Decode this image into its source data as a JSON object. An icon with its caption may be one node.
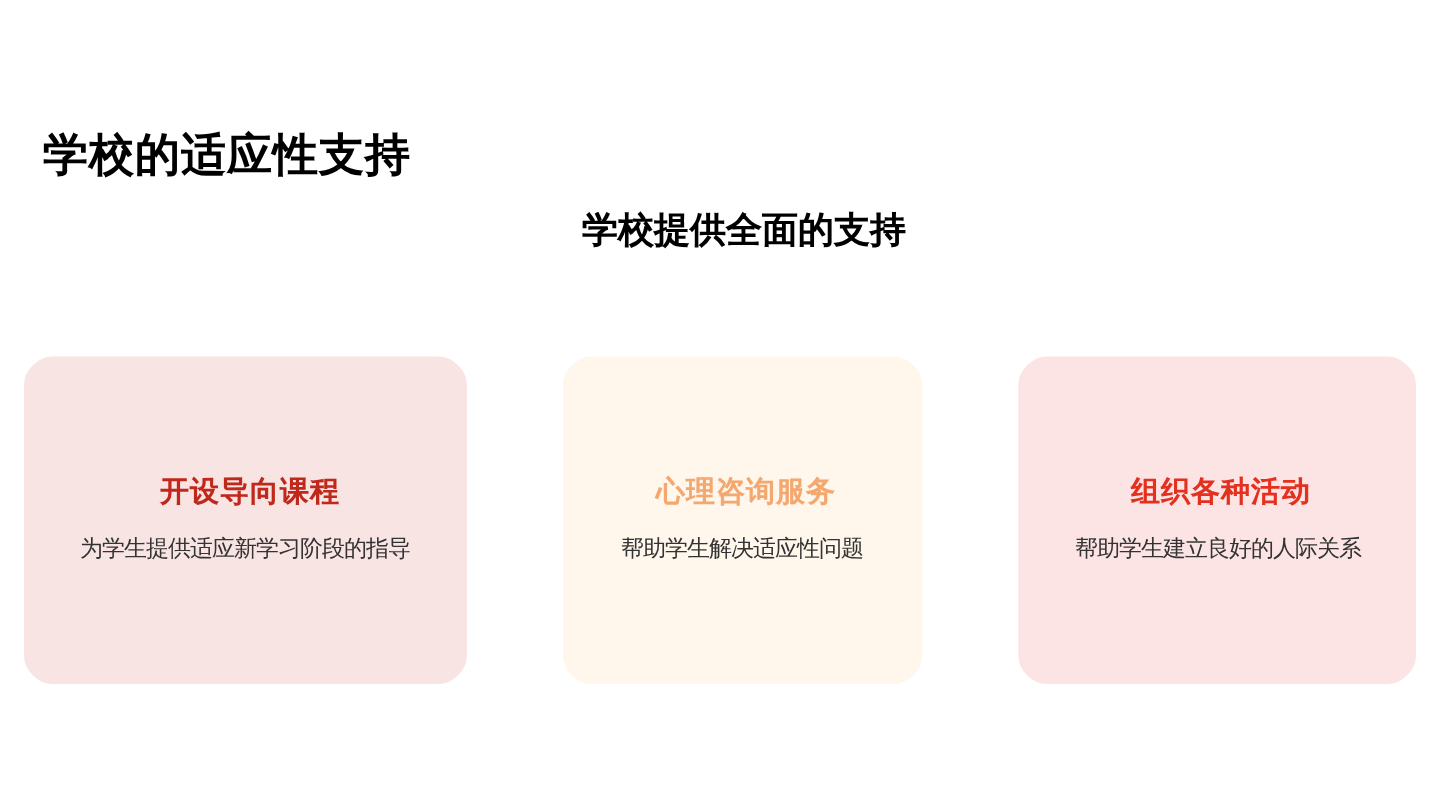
{
  "diagram": {
    "title": "学校的适应性支持",
    "nodes": [
      {
        "text": [
          "开设导向课程",
          "为学生提供适应新学习阶段的指导"
        ]
      },
      {
        "text": [
          "心理咨询服务",
          "帮助学生解决适应性问题"
        ]
      },
      {
        "text": [
          "组织各种活动",
          "帮助学生建立良好的人际关系"
        ]
      }
    ],
    "edges": [],
    "labels": [
      "学校提供全面的支持"
    ]
  }
}
